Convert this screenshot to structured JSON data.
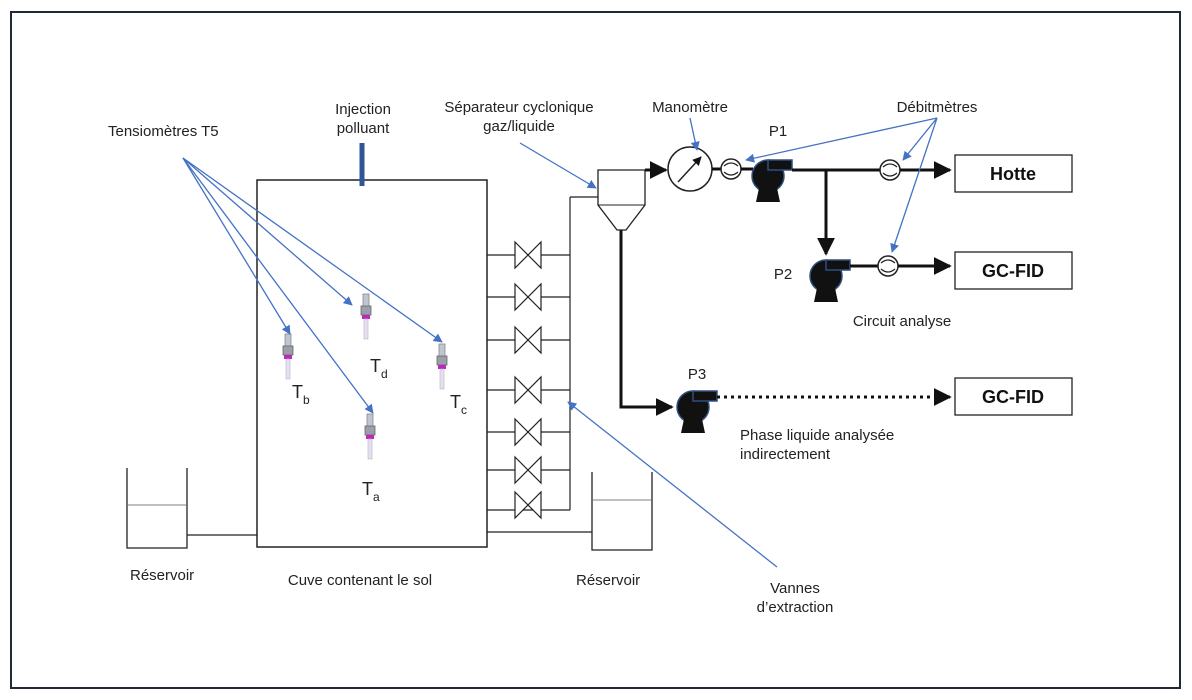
{
  "labels": {
    "tensiometers": "Tensiomètres T5",
    "injection_line1": "Injection",
    "injection_line2": "polluant",
    "separator_line1": "Séparateur cyclonique",
    "separator_line2": "gaz/liquide",
    "manometer": "Manomètre",
    "flowmeters": "Débitmètres",
    "pump1": "P1",
    "pump2": "P2",
    "pump3": "P3",
    "hood": "Hotte",
    "gcfid_top": "GC-FID",
    "gcfid_bottom": "GC-FID",
    "analysis_circuit": "Circuit analyse",
    "liquid_line1": "Phase liquide analysée",
    "liquid_line2": "indirectement",
    "reservoir_left": "Réservoir",
    "reservoir_right": "Réservoir",
    "tank": "Cuve contenant le sol",
    "valves_line1": "Vannes",
    "valves_line2": "d’extraction"
  },
  "tensiometer_labels": {
    "a": {
      "main": "T",
      "sub": "a"
    },
    "b": {
      "main": "T",
      "sub": "b"
    },
    "c": {
      "main": "T",
      "sub": "c"
    },
    "d": {
      "main": "T",
      "sub": "d"
    }
  },
  "colors": {
    "callout": "#4472c4",
    "pump": "#111111",
    "pump_outline": "#2f4f7f",
    "sensor_tip": "#c025c0",
    "frame": "#1f2a36"
  }
}
